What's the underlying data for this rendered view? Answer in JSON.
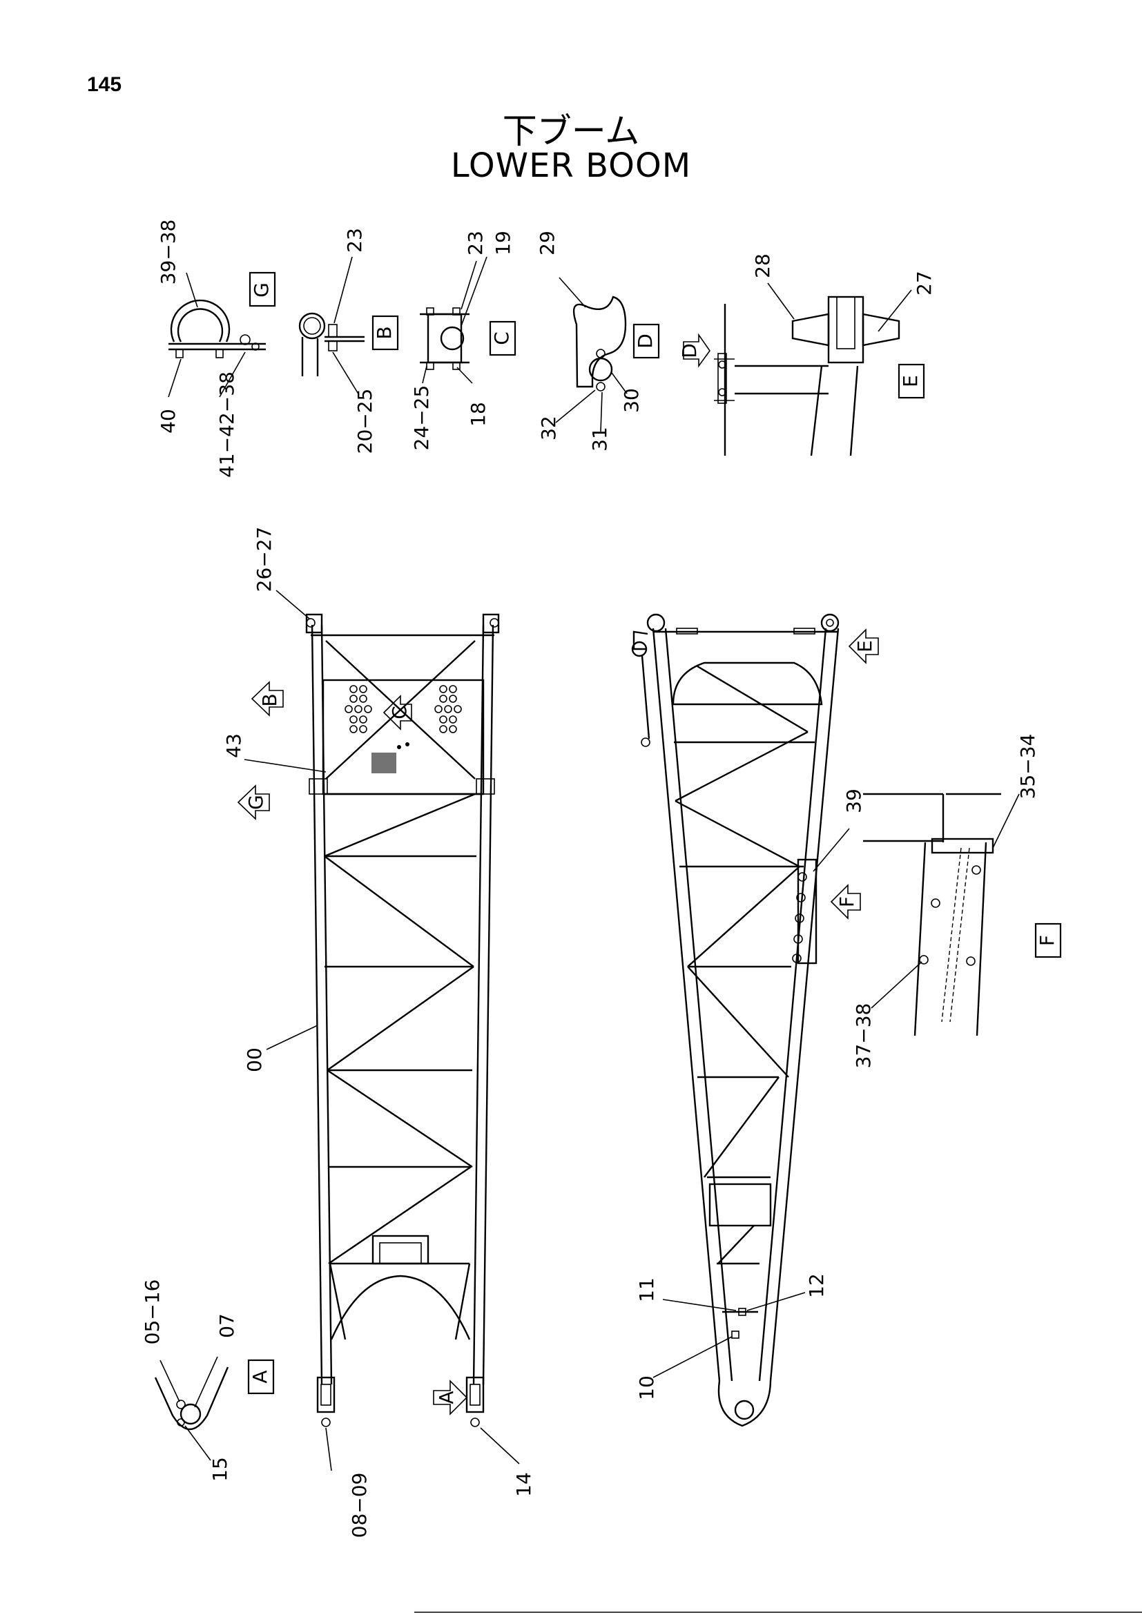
{
  "page": {
    "number": "145"
  },
  "title": {
    "japanese": "下ブーム",
    "english": "LOWER BOOM"
  },
  "view_labels": {
    "a": "A",
    "b": "B",
    "c": "C",
    "d": "D",
    "e": "E",
    "f": "F",
    "g": "G"
  },
  "part_labels": {
    "p00": "00",
    "p05_16": "05−16",
    "p07": "07",
    "p08_09": "08−09",
    "p10": "10",
    "p11": "11",
    "p12": "12",
    "p14": "14",
    "p15": "15",
    "p18": "18",
    "p19": "19",
    "p20_25": "20−25",
    "p23_b": "23",
    "p23_c": "23",
    "p24_25": "24−25",
    "p26_27": "26−27",
    "p27": "27",
    "p28": "28",
    "p29": "29",
    "p30": "30",
    "p31": "31",
    "p32": "32",
    "p35_34": "35−34",
    "p37_38": "37−38",
    "p39_38": "39−38",
    "p39": "39",
    "p40": "40",
    "p41_42_38": "41−42−38",
    "p43": "43"
  }
}
